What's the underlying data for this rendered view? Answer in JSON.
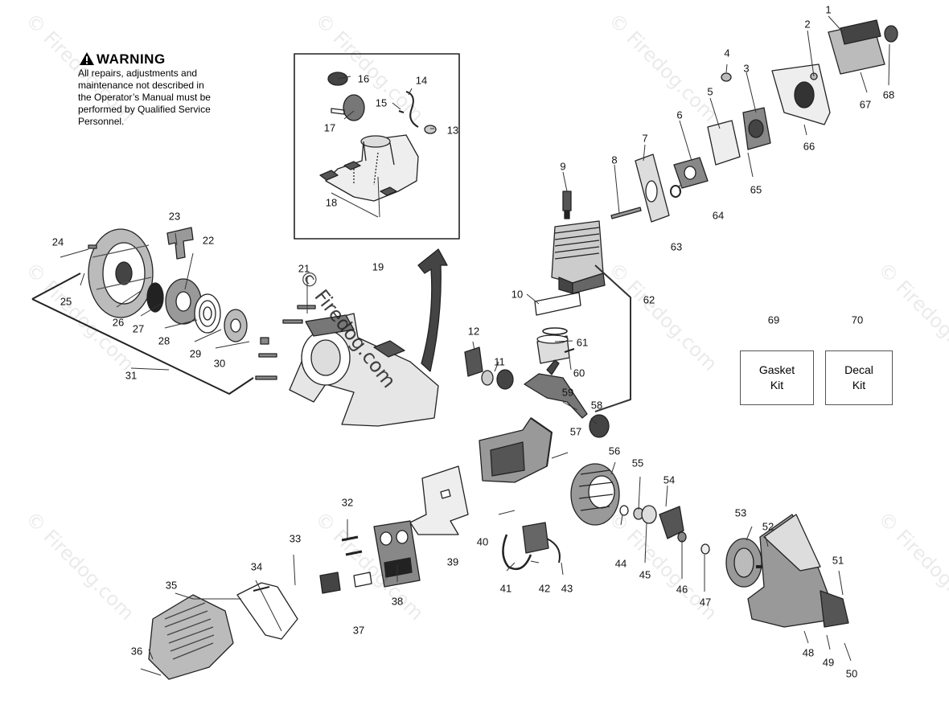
{
  "warning": {
    "title": "WARNING",
    "lines": [
      "All repairs, adjustments and",
      "maintenance not described in",
      "the Operator’s Manual must be",
      "performed by Qualified Service",
      "Personnel."
    ]
  },
  "watermark_text": "© Firedog.com",
  "kits": [
    {
      "number": "69",
      "label": "Gasket\nKit"
    },
    {
      "number": "70",
      "label": "Decal\nKit"
    }
  ],
  "parts": [
    "1",
    "2",
    "3",
    "4",
    "5",
    "6",
    "7",
    "8",
    "9",
    "10",
    "11",
    "12",
    "13",
    "14",
    "15",
    "16",
    "17",
    "18",
    "19",
    "21",
    "22",
    "23",
    "24",
    "25",
    "26",
    "27",
    "28",
    "29",
    "30",
    "31",
    "32",
    "33",
    "34",
    "35",
    "36",
    "37",
    "38",
    "39",
    "40",
    "41",
    "42",
    "43",
    "44",
    "45",
    "46",
    "47",
    "48",
    "49",
    "50",
    "51",
    "52",
    "53",
    "54",
    "55",
    "56",
    "57",
    "58",
    "59",
    "60",
    "61",
    "62",
    "63",
    "64",
    "65",
    "66",
    "67",
    "68"
  ]
}
